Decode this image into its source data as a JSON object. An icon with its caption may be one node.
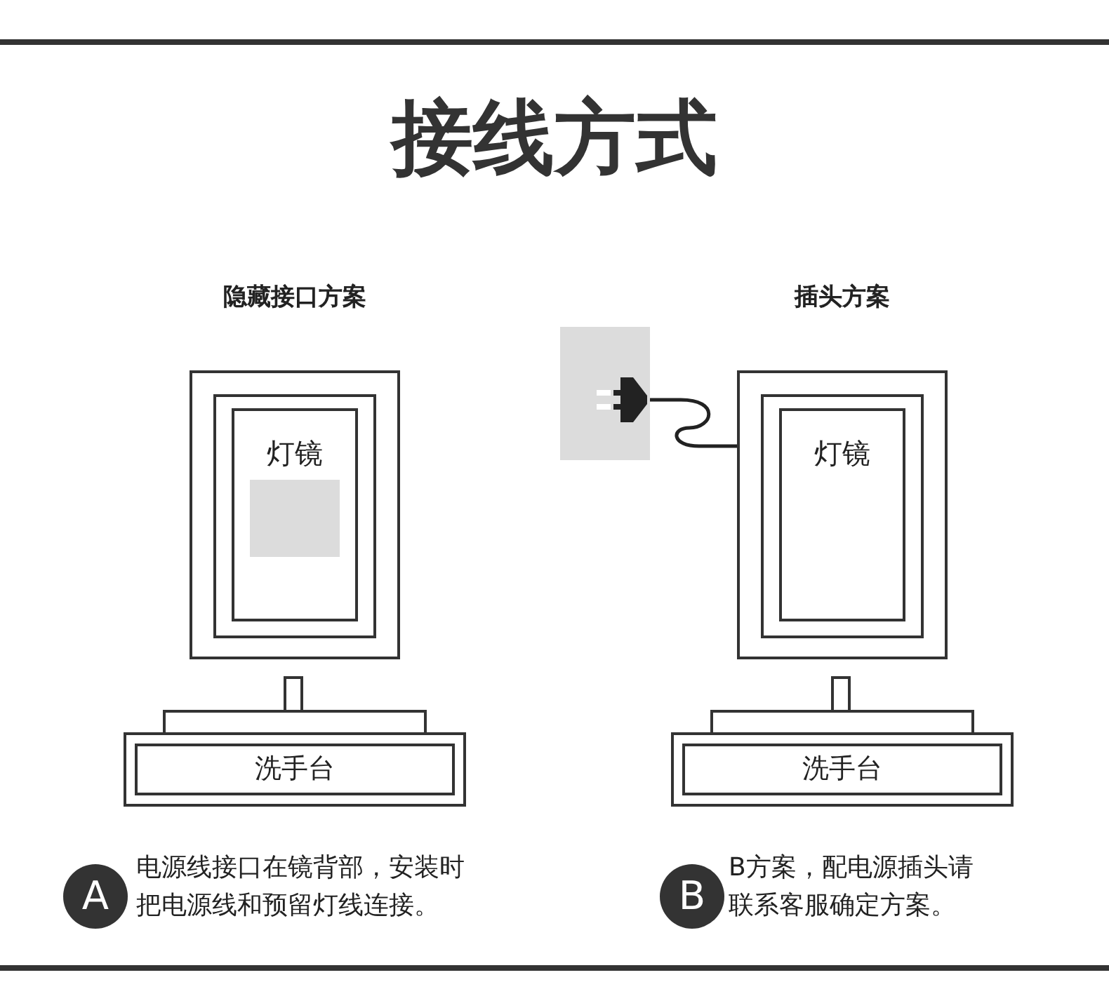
{
  "diagram": {
    "title": "接线方式",
    "nodes": [
      {
        "text": [
          "灯镜"
        ]
      },
      {
        "text": [],
        "shape": "box",
        "in": 0
      },
      {
        "text": [
          "洗手台"
        ]
      },
      {
        "text": [
          "A"
        ],
        "beside": [
          "电源线接口在镜背部，安装时把电源线和预留灯线连接。"
        ]
      },
      {
        "text": [],
        "shape": "box"
      },
      {
        "text": [
          "灯镜"
        ]
      },
      {
        "text": [
          "洗手台"
        ]
      },
      {
        "text": [
          "B"
        ],
        "beside": [
          "B方案，配电源插头请联系客服确定方案。"
        ]
      }
    ],
    "edges": [
      {
        "from": 4,
        "to": 5,
        "arrow": "none"
      }
    ],
    "labels": [
      "隐藏接口方案",
      "插头方案"
    ]
  }
}
